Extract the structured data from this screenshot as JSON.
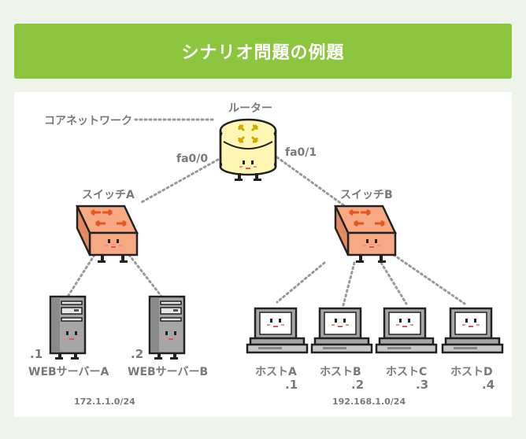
{
  "title": "シナリオ問題の例題",
  "labels": {
    "core_network": "コアネットワーク",
    "router": "ルーター",
    "port_left": "fa0/0",
    "port_right": "fa0/1",
    "switch_a": "スイッチA",
    "switch_b": "スイッチB",
    "server_a": "WEBサーバーA",
    "server_b": "WEBサーバーB",
    "server_a_addr": ".1",
    "server_b_addr": ".2",
    "host_a": "ホストA",
    "host_b": "ホストB",
    "host_c": "ホストC",
    "host_d": "ホストD",
    "host_a_addr": ".1",
    "host_b_addr": ".2",
    "host_c_addr": ".3",
    "host_d_addr": ".4",
    "subnet_left": "172.1.1.0/24",
    "subnet_right": "192.168.1.0/24"
  },
  "colors": {
    "accent": "#8cc63f",
    "router_body": "#fff7b3",
    "switch_body": "#f7a983",
    "server_body": "#a8a8a8",
    "link_dots": "#9a9a9a",
    "label_text": "#7a7a7a"
  }
}
